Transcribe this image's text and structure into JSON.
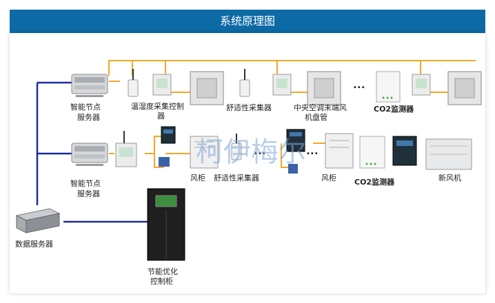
{
  "title": "系统原理图",
  "labels": {
    "smart_node_1": [
      "智能节点",
      "服务器"
    ],
    "smart_node_2": [
      "智能节点",
      "服务器"
    ],
    "data_server": "数据服务器",
    "energy_cabinet": [
      "节能优化",
      "控制柜"
    ],
    "thc_row1": [
      "温湿度采集控制",
      "器"
    ],
    "comfort_row1": "舒适性采集器",
    "fcu_row1": [
      "中央空调末端风",
      "机盘管"
    ],
    "co2_row1": "CO2监测器",
    "ahu_row2a": "风柜",
    "comfort_row2": "舒适性采集器",
    "ahu_row2b": "风柜",
    "co2_row2": "CO2监测器",
    "fresh_air": "新风机"
  },
  "ellipsis": "•••",
  "watermark": "柯伊梅尔",
  "colors": {
    "title_bg": "#0d6aa5",
    "bus_blue": "#1a2a9e",
    "line_orange": "#f5a623",
    "watermark": "#7fa7d6"
  }
}
